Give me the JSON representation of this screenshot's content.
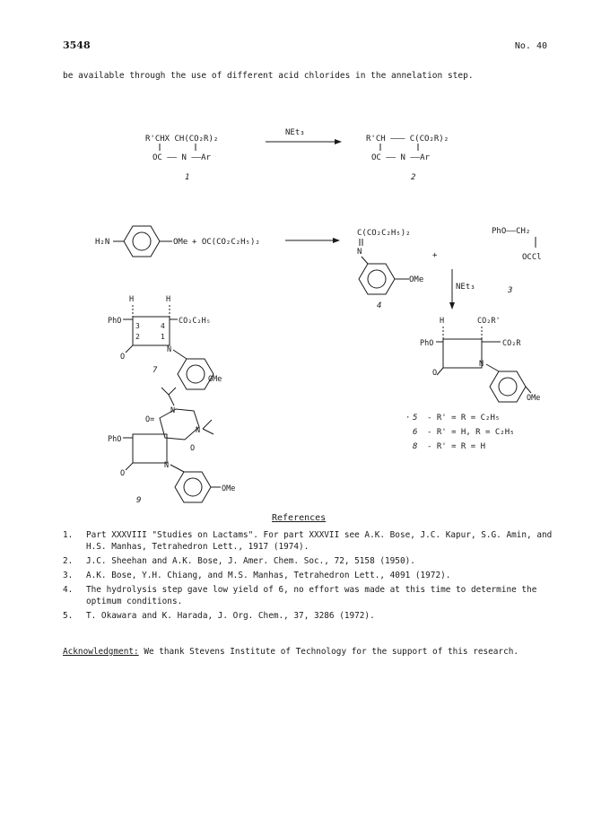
{
  "header": {
    "page_number": "3548",
    "journal_issue": "No. 40"
  },
  "body_text": "be available through the use of different acid chlorides in the annelation step.",
  "scheme1": {
    "reactant_top": "R'CHX     CH(CO₂R)₂",
    "reactant_bottom": "OC —— N ——Ar",
    "reagent": "NEt₃",
    "product_top": "R'CH ——— C(CO₂R)₂",
    "product_bottom": "OC —— N ——Ar",
    "label_1": "1",
    "label_2": "2"
  },
  "scheme2": {
    "amine": "H₂N",
    "ome": "OMe",
    "reactant_plus": "+ OC(CO₂C₂H₅)₂",
    "imine_top": "C(CO₂C₂H₅)₂",
    "imine_n": "N",
    "plus": "+",
    "acid_top": "PhO——CH₂",
    "acid_bottom": "OCCl",
    "reagent": "NEt₃",
    "label_3": "3",
    "label_4": "4"
  },
  "structure7": {
    "h1": "H",
    "h2": "H",
    "pho": "PhO",
    "ester": "CO₂C₂H₅",
    "n": "N",
    "o": "O",
    "ome": "OMe",
    "ring_3": "3",
    "ring_4": "4",
    "ring_2": "2",
    "ring_1": "1",
    "label": "7"
  },
  "structure9": {
    "pho": "PhO",
    "o_upper": "O=",
    "n_upper": "N",
    "n_right": "N",
    "o_ring": "O",
    "n_lactam": "N",
    "o_lactam": "O",
    "ome": "OMe",
    "label": "9"
  },
  "structure5": {
    "h": "H",
    "co2r_prime": "CO₂R'",
    "pho": "PhO",
    "co2r": "CO₂R",
    "n": "N",
    "o": "O",
    "ome": "OMe"
  },
  "compound_list": [
    {
      "num": "5",
      "desc": "-   R' = R = C₂H₅"
    },
    {
      "num": "6",
      "desc": "-   R' = H, R = C₂H₅"
    },
    {
      "num": "8",
      "desc": "-   R' = R = H"
    }
  ],
  "references_title": "References",
  "references": [
    {
      "num": "1.",
      "text": "Part XXXVIII \"Studies on Lactams\".  For part XXXVII see A.K. Bose, J.C. Kapur, S.G. Amin, and H.S. Manhas, Tetrahedron Lett., 1917 (1974)."
    },
    {
      "num": "2.",
      "text": "J.C. Sheehan and A.K. Bose, J. Amer. Chem. Soc., 72, 5158 (1950)."
    },
    {
      "num": "3.",
      "text": "A.K. Bose, Y.H. Chiang, and M.S. Manhas, Tetrahedron Lett., 4091 (1972)."
    },
    {
      "num": "4.",
      "text": "The hydrolysis step gave low yield of 6, no effort was made at this time to determine the optimum conditions."
    },
    {
      "num": "5.",
      "text": "T. Okawara and K. Harada, J. Org. Chem., 37, 3286 (1972)."
    }
  ],
  "acknowledgment": {
    "label": "Acknowledgment:",
    "text": "We thank Stevens Institute of Technology for the support of this research."
  }
}
